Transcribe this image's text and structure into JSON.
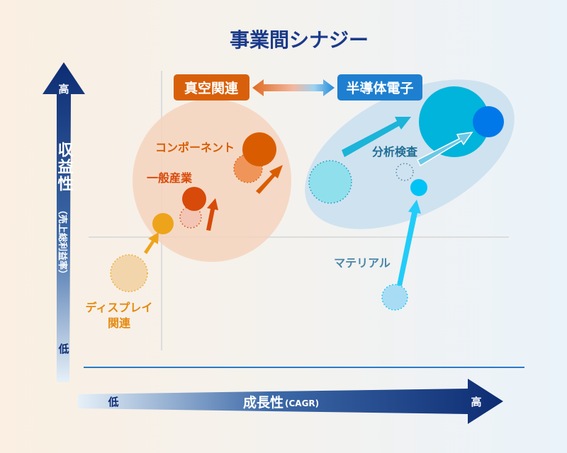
{
  "title": "事業間シナジー",
  "y_axis": {
    "label": "収益性",
    "sublabel": "（売上総利益率）",
    "high": "高",
    "low": "低"
  },
  "x_axis": {
    "label": "成長性",
    "sublabel": "(CAGR)",
    "high": "高",
    "low": "低"
  },
  "groups": {
    "vacuum": "真空関連",
    "semiconductor": "半導体電子"
  },
  "segments": {
    "component": "コンポーネント",
    "general_industry": "一般産業",
    "display_line1": "ディスプレイ",
    "display_line2": "関連",
    "analysis": "分析検査",
    "material": "マテリアル"
  },
  "colors": {
    "vacuum": "#d9600a",
    "semiconductor": "#1e7fd0",
    "title": "#1a3a8a",
    "axis": "#0d2c73"
  }
}
